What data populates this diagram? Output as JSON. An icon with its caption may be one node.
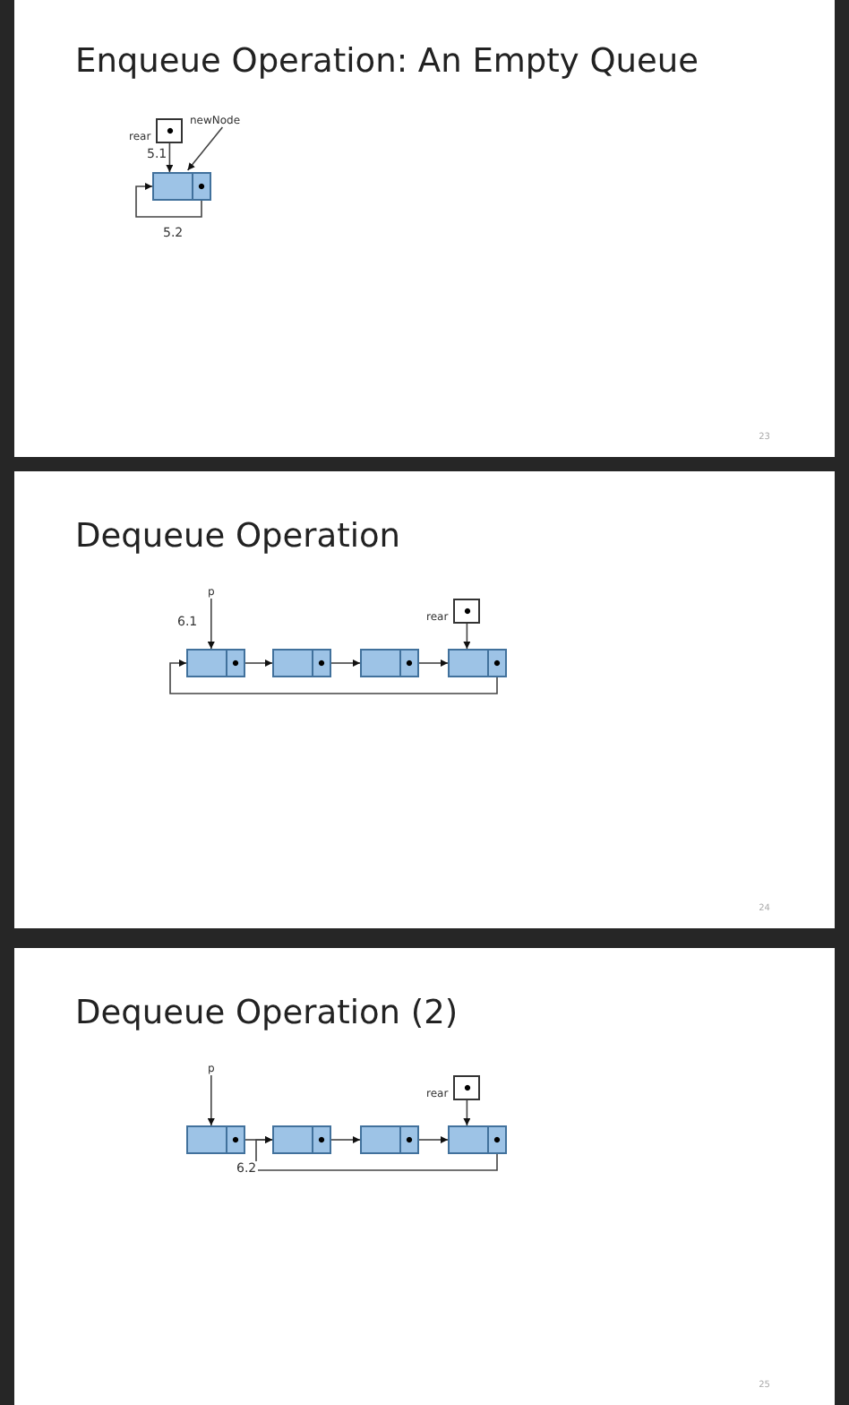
{
  "diagram": {
    "nodes": [
      {
        "text": [
          "Enqueue Operation: An Empty Queue",
          "23"
        ]
      },
      {
        "text": [
          "rear"
        ],
        "in": 0
      },
      {
        "text": [
          "newNode"
        ],
        "in": 0
      },
      {
        "text": [],
        "shape": "box",
        "in": 0
      },
      {
        "text": [
          "Dequeue Operation",
          "24"
        ]
      },
      {
        "text": [
          "p"
        ],
        "in": 4
      },
      {
        "text": [
          "rear"
        ],
        "in": 4
      },
      {
        "text": [],
        "shape": "box",
        "in": 4
      },
      {
        "text": [],
        "shape": "box",
        "in": 4
      },
      {
        "text": [],
        "shape": "box",
        "in": 4
      },
      {
        "text": [],
        "shape": "box",
        "in": 4
      },
      {
        "text": [
          "Dequeue Operation (2)",
          "25"
        ]
      },
      {
        "text": [
          "p"
        ],
        "in": 11
      },
      {
        "text": [
          "rear"
        ],
        "in": 11
      },
      {
        "text": [],
        "shape": "box",
        "in": 11
      },
      {
        "text": [],
        "shape": "box",
        "in": 11
      },
      {
        "text": [],
        "shape": "box",
        "in": 11
      },
      {
        "text": [],
        "shape": "box",
        "in": 11
      }
    ],
    "edges": [
      {
        "from": 1,
        "to": 3,
        "arrow": "to",
        "label": "5.1"
      },
      {
        "from": 2,
        "to": 3,
        "arrow": "to"
      },
      {
        "from": 3,
        "to": 3,
        "arrow": "to",
        "label": "5.2"
      },
      {
        "from": 5,
        "to": 7,
        "arrow": "to",
        "label": "6.1"
      },
      {
        "from": 6,
        "to": 10,
        "arrow": "to"
      },
      {
        "from": 7,
        "to": 8,
        "arrow": "to"
      },
      {
        "from": 8,
        "to": 9,
        "arrow": "to"
      },
      {
        "from": 9,
        "to": 10,
        "arrow": "to"
      },
      {
        "from": 10,
        "to": 7,
        "arrow": "to"
      },
      {
        "from": 12,
        "to": 14,
        "arrow": "to"
      },
      {
        "from": 13,
        "to": 17,
        "arrow": "to"
      },
      {
        "from": 14,
        "to": 15,
        "arrow": "to"
      },
      {
        "from": 15,
        "to": 16,
        "arrow": "to"
      },
      {
        "from": 16,
        "to": 17,
        "arrow": "to"
      },
      {
        "from": 17,
        "to": 15,
        "arrow": "to",
        "label": "6.2"
      }
    ]
  }
}
